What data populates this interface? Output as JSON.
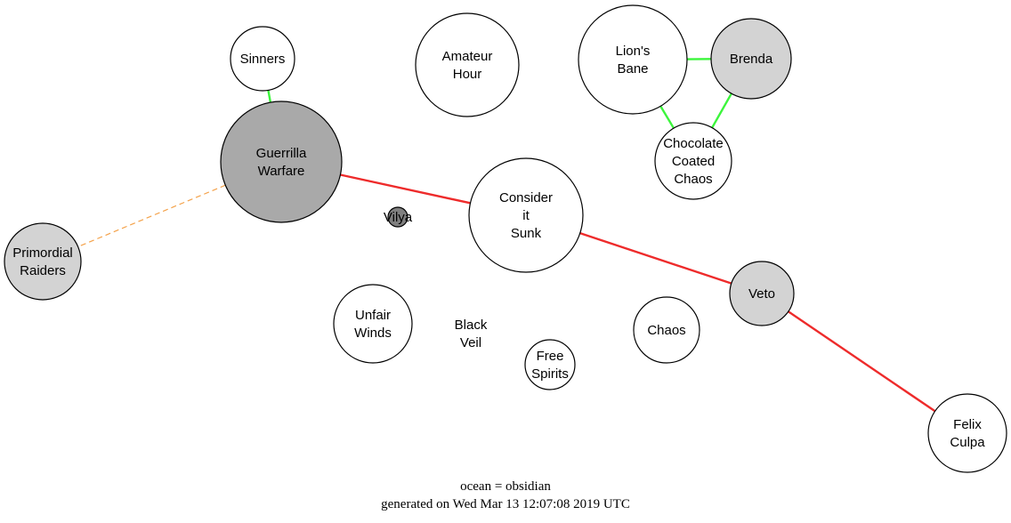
{
  "colors": {
    "white": "#ffffff",
    "lightgray": "#d3d3d3",
    "gray": "#a9a9a9",
    "darkgray": "#808080",
    "stroke": "#000000",
    "red": "#ee2b2b",
    "green": "#3cf53c",
    "orange": "#f4a24a"
  },
  "nodes": [
    {
      "id": "sinners",
      "lines": [
        "Sinners"
      ],
      "fill": "white"
    },
    {
      "id": "amateur-hour",
      "lines": [
        "Amateur",
        "Hour"
      ],
      "fill": "white"
    },
    {
      "id": "lions-bane",
      "lines": [
        "Lion's",
        "Bane"
      ],
      "fill": "white"
    },
    {
      "id": "brenda",
      "lines": [
        "Brenda"
      ],
      "fill": "lightgray"
    },
    {
      "id": "guerrilla-warfare",
      "lines": [
        "Guerrilla",
        "Warfare"
      ],
      "fill": "gray"
    },
    {
      "id": "chocolate-coated-chaos",
      "lines": [
        "Chocolate",
        "Coated",
        "Chaos"
      ],
      "fill": "white"
    },
    {
      "id": "vilya",
      "lines": [
        "Vilya"
      ],
      "fill": "darkgray"
    },
    {
      "id": "consider-it-sunk",
      "lines": [
        "Consider",
        "it",
        "Sunk"
      ],
      "fill": "white"
    },
    {
      "id": "primordial-raiders",
      "lines": [
        "Primordial",
        "Raiders"
      ],
      "fill": "lightgray"
    },
    {
      "id": "veto",
      "lines": [
        "Veto"
      ],
      "fill": "lightgray"
    },
    {
      "id": "unfair-winds",
      "lines": [
        "Unfair",
        "Winds"
      ],
      "fill": "white"
    },
    {
      "id": "black-veil",
      "lines": [
        "Black",
        "Veil"
      ],
      "fill": "none"
    },
    {
      "id": "chaos",
      "lines": [
        "Chaos"
      ],
      "fill": "white"
    },
    {
      "id": "free-spirits",
      "lines": [
        "Free",
        "Spirits"
      ],
      "fill": "white"
    },
    {
      "id": "felix-culpa",
      "lines": [
        "Felix",
        "Culpa"
      ],
      "fill": "white"
    }
  ],
  "edges": [
    {
      "from": "sinners",
      "to": "guerrilla-warfare",
      "color": "green",
      "style": "solid"
    },
    {
      "from": "lions-bane",
      "to": "brenda",
      "color": "green",
      "style": "solid"
    },
    {
      "from": "lions-bane",
      "to": "chocolate-coated-chaos",
      "color": "green",
      "style": "solid"
    },
    {
      "from": "brenda",
      "to": "chocolate-coated-chaos",
      "color": "green",
      "style": "solid"
    },
    {
      "from": "guerrilla-warfare",
      "to": "consider-it-sunk",
      "color": "red",
      "style": "solid"
    },
    {
      "from": "consider-it-sunk",
      "to": "veto",
      "color": "red",
      "style": "solid"
    },
    {
      "from": "veto",
      "to": "felix-culpa",
      "color": "red",
      "style": "solid"
    },
    {
      "from": "guerrilla-warfare",
      "to": "primordial-raiders",
      "color": "orange",
      "style": "dashed"
    }
  ],
  "caption": {
    "line1": "ocean = obsidian",
    "line2": "generated on Wed Mar 13 12:07:08 2019 UTC"
  }
}
